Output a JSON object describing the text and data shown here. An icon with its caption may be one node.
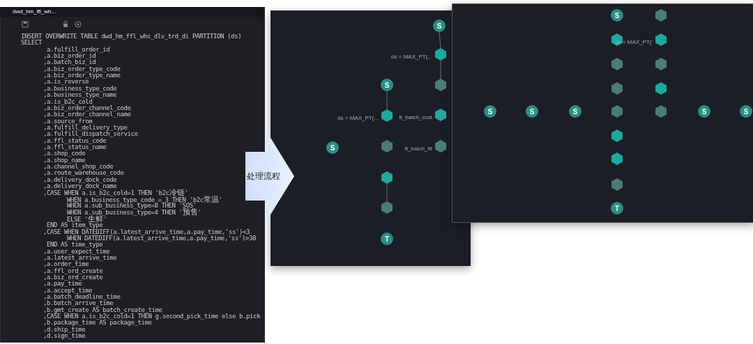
{
  "diagram": {
    "nodes": [
      {
        "text": [
          "处理流程"
        ]
      },
      {
        "text": [
          "S"
        ]
      },
      {
        "text": [],
        "shape": "hexagon",
        "beside": [
          "ds = MAX_PT(..."
        ]
      },
      {
        "text": [],
        "shape": "hexagon"
      },
      {
        "text": [],
        "shape": "hexagon",
        "beside": [
          "tt_batch_cust"
        ]
      },
      {
        "text": [],
        "shape": "hexagon",
        "beside": [
          "tt_batch_ttt"
        ]
      },
      {
        "text": [
          "S"
        ]
      },
      {
        "text": [],
        "shape": "hexagon",
        "beside": [
          "ds = MAX_PT(..."
        ]
      },
      {
        "text": [],
        "shape": "hexagon"
      },
      {
        "text": [],
        "shape": "hexagon"
      },
      {
        "text": [],
        "shape": "hexagon"
      },
      {
        "text": [
          "S"
        ]
      },
      {
        "text": [
          "T"
        ]
      },
      {
        "text": [
          "S"
        ]
      },
      {
        "text": [
          "S"
        ]
      },
      {
        "text": [
          "S"
        ]
      },
      {
        "text": [
          "S"
        ]
      },
      {
        "text": [],
        "shape": "hexagon"
      },
      {
        "text": [],
        "shape": "hexagon"
      },
      {
        "text": [],
        "shape": "hexagon"
      },
      {
        "text": [],
        "shape": "hexagon"
      },
      {
        "text": [],
        "shape": "hexagon"
      },
      {
        "text": [],
        "shape": "hexagon"
      },
      {
        "text": [],
        "shape": "hexagon"
      },
      {
        "text": [
          "T"
        ]
      },
      {
        "text": [],
        "shape": "hexagon"
      },
      {
        "text": [],
        "shape": "hexagon",
        "beside": [
          "ds = MAX_PT('"
        ]
      },
      {
        "text": [],
        "shape": "hexagon"
      },
      {
        "text": [],
        "shape": "hexagon"
      },
      {
        "text": [],
        "shape": "hexagon"
      },
      {
        "text": [
          "S"
        ]
      },
      {
        "text": [
          "S"
        ]
      }
    ],
    "edges": [
      {
        "from": 1,
        "to": 2,
        "arrow": "none"
      },
      {
        "from": 2,
        "to": 3,
        "arrow": "none"
      },
      {
        "from": 6,
        "to": 7,
        "arrow": "none"
      },
      {
        "from": 9,
        "to": 10,
        "arrow": "none"
      }
    ],
    "labels": [
      "dwd_hm_ffl_wh...",
      "INSERT OVERWRITE TABLE dwd_hm_ffl_whs_dlv_trd_di PARTITION (ds)",
      "SELECT",
      "a.fulfill_order_id",
      ",a.biz_order_id",
      ",a.batch_biz_id",
      ",a.biz_order_type_code",
      ",a.biz_order_type_name",
      ",a.is_reverse",
      ",a.business_type_code",
      ",a.business_type_name",
      ",a.is_b2c_cold",
      ",a.biz_order_channel_code",
      ",a.biz_order_channel_name",
      ",a.source_from",
      ",a.fulfill_delivery_type",
      ",a.fulfill_dispatch_service",
      ",a.ffl_status_code",
      ",a.ffl_status_name",
      ",a.shop_code",
      ",a.shop_name",
      ",a.channel_shop_code",
      ",a.route_warehouse_code",
      ",a.delivery_dock_code",
      ",a.delivery_dock_name",
      ",CASE WHEN a.is_b2c_cold=1 THEN 'b2c冷链'",
      "WHEN a.business_type_code = 3 THEN 'b2c常温'",
      "WHEN a.sub_business_type=8 THEN 'SOS'",
      "WHEN a.sub_business_type=4 THEN '预售'",
      "ELSE '生鲜'",
      "END AS item_type",
      ",CASE WHEN DATEDIFF(a.latest_arrive_time,a.pay_time,'ss')<3",
      "WHEN DATEDIFF(a.latest_arrive_time,a.pay_time,'ss')>38",
      "END AS time_type",
      ",a.user_expect_time",
      ",a.latest_arrive_time",
      ",a.order_time",
      ",a.ffl_ord_create",
      ",a.biz_ord_create",
      ",a.pay_time",
      ",a.accept_time",
      ",a.batch_deadline_time",
      ",b.batch_arrive_time",
      ",b.gmt_create AS batch_create_time",
      ",CASE WHEN a.is_b2c_cold=1 THEN g.second_pick_time else b.pick",
      ",b.package_time AS package_time",
      ",d.ship_time",
      ",d.sign_time"
    ]
  }
}
